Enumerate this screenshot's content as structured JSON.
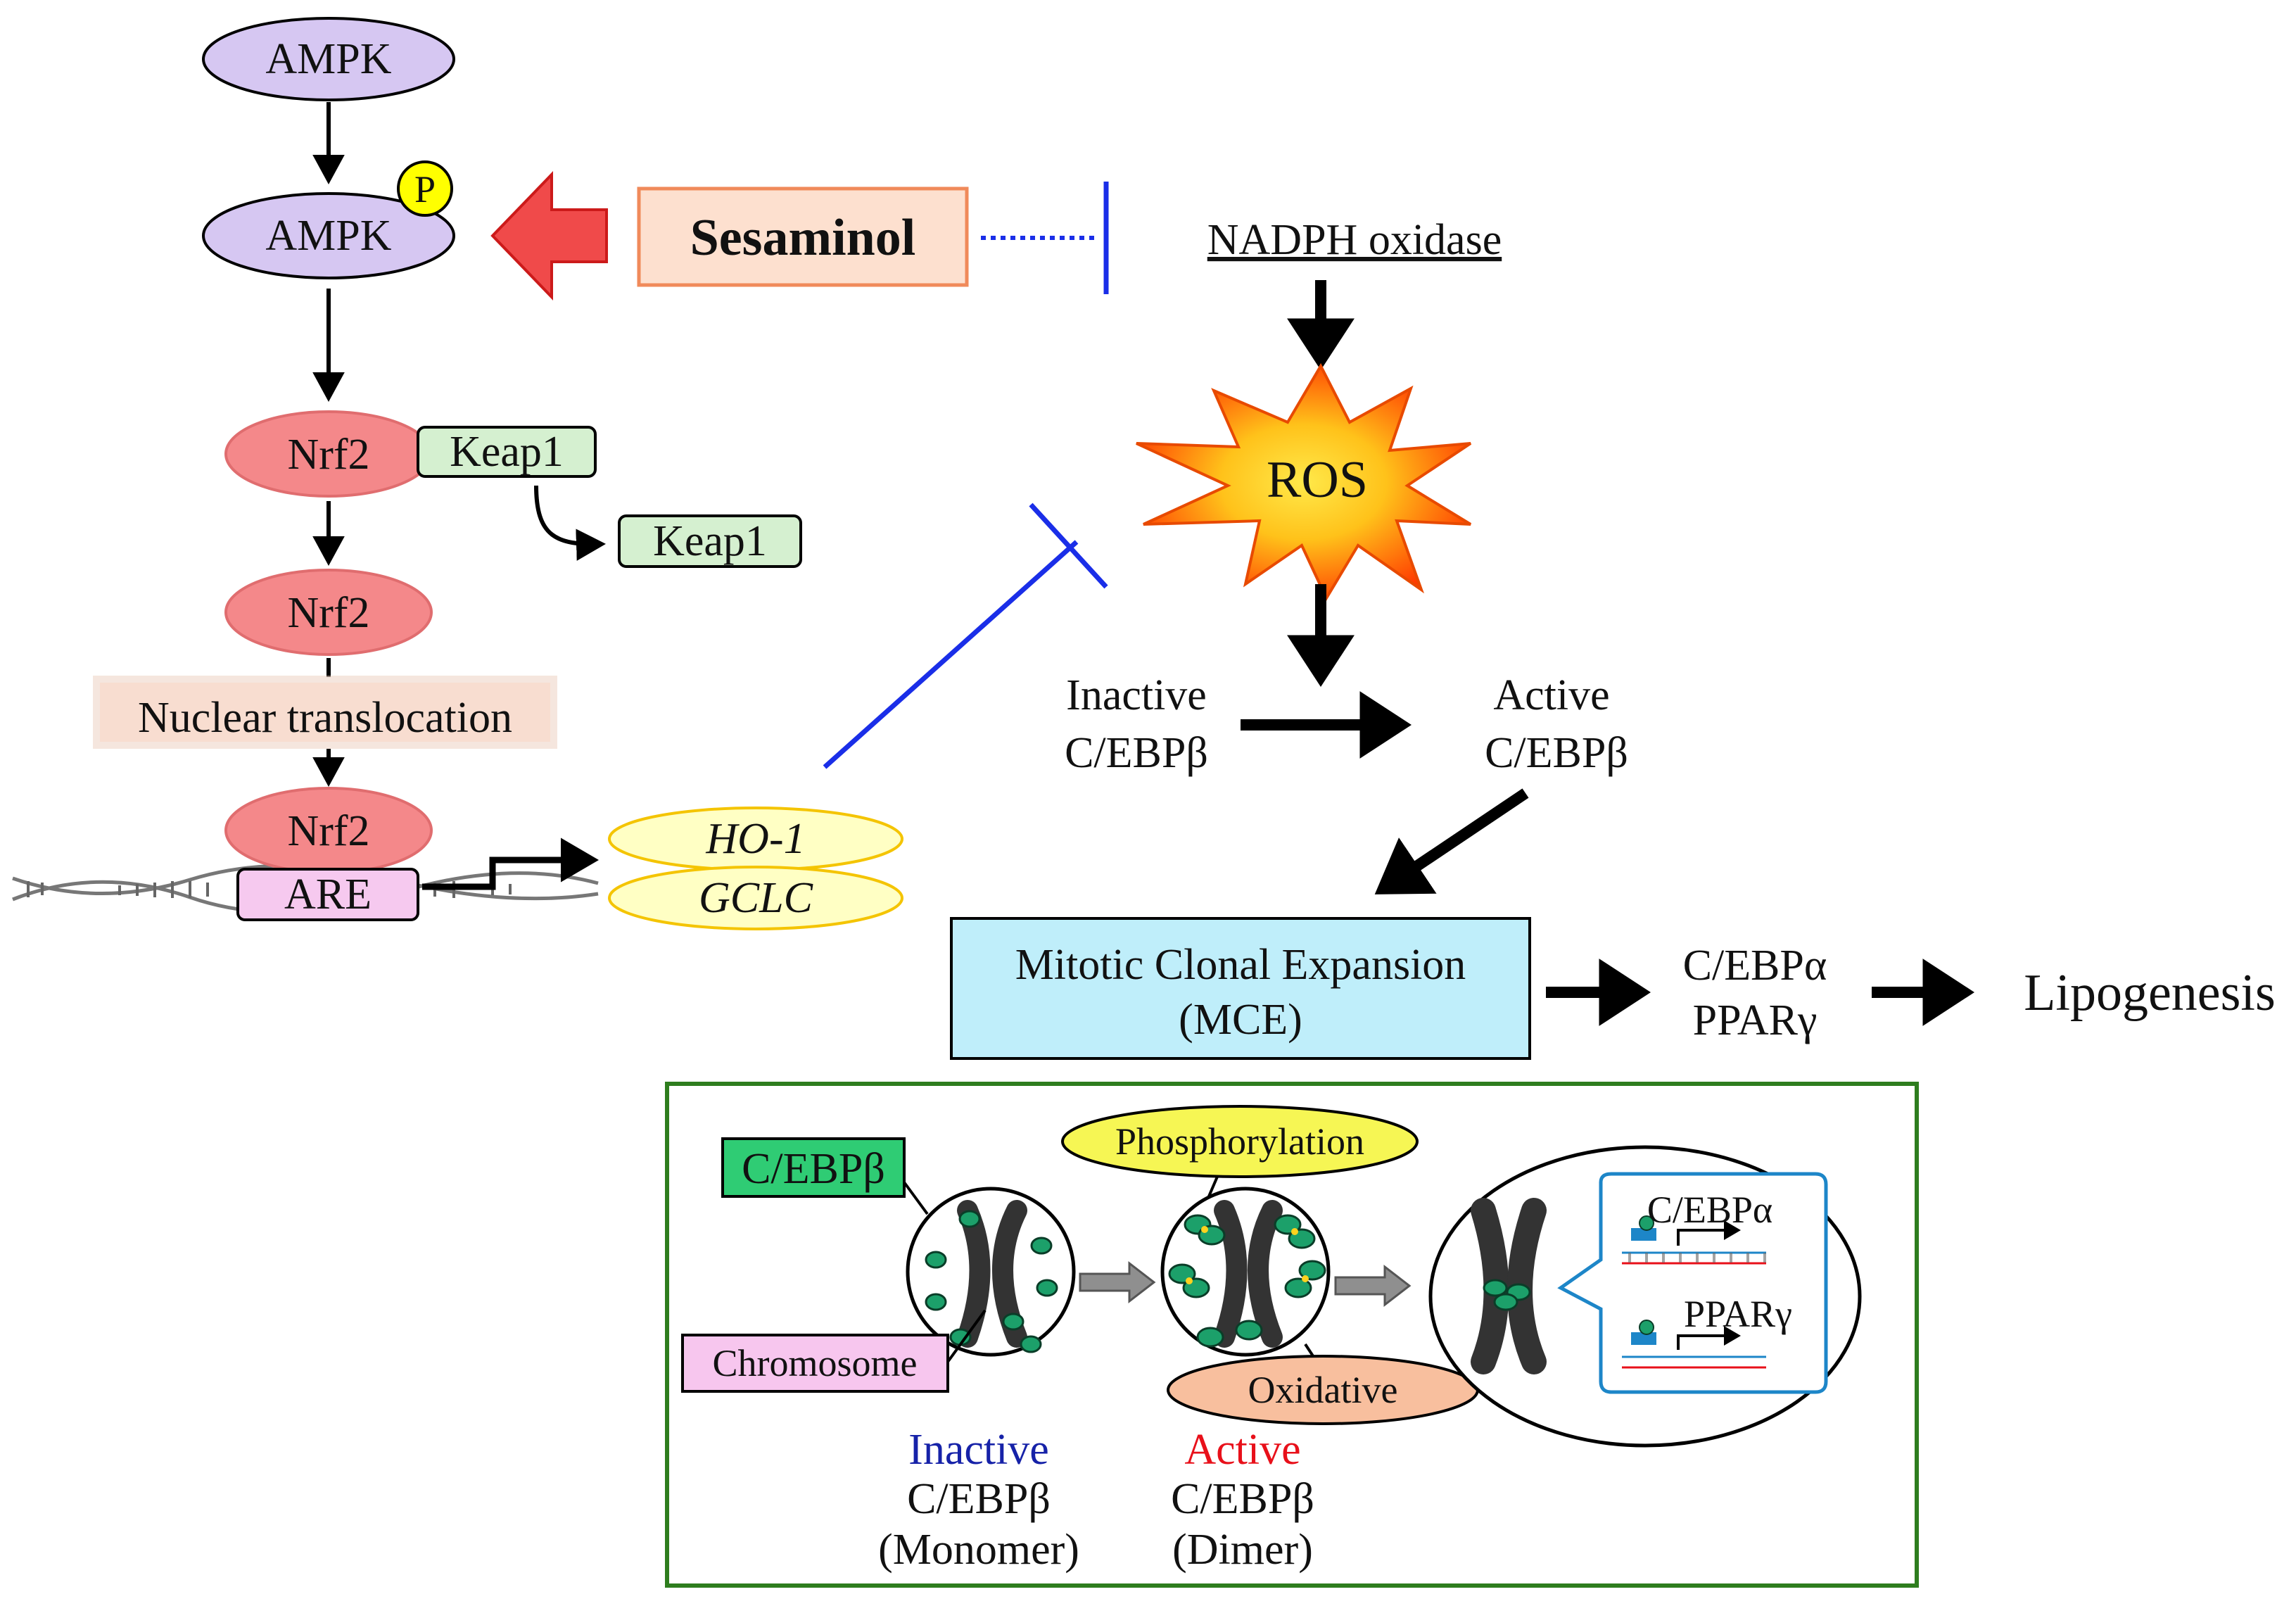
{
  "nodes": {
    "ampk_top": "AMPK",
    "ampk_p": "AMPK",
    "phospho_badge": "P",
    "sesaminol": "Sesaminol",
    "nadph_oxidase": "NADPH oxidase",
    "ros": "ROS",
    "nrf2_a": "Nrf2",
    "keap1_bound": "Keap1",
    "keap1_free": "Keap1",
    "nrf2_b": "Nrf2",
    "nuclear_translocation": "Nuclear translocation",
    "nrf2_c": "Nrf2",
    "are": "ARE",
    "ho1": "HO-1",
    "gclc": "GCLC",
    "inactive_cebpb_line1": "Inactive",
    "inactive_cebpb_line2": "C/EBPβ",
    "active_cebpb_line1": "Active",
    "active_cebpb_line2": "C/EBPβ",
    "mce_line1": "Mitotic Clonal Expansion",
    "mce_line2": "(MCE)",
    "cebpa": "C/EBPα",
    "pparg": "PPARγ",
    "lipogenesis": "Lipogenesis"
  },
  "inset": {
    "cebpb_label": "C/EBPβ",
    "chromosome_label": "Chromosome",
    "phosphorylation_label": "Phosphorylation",
    "oxidative_label": "Oxidative",
    "inactive_line1": "Inactive",
    "inactive_line2": "C/EBPβ",
    "inactive_line3": "(Monomer)",
    "active_line1": "Active",
    "active_line2": "C/EBPβ",
    "active_line3": "(Dimer)",
    "callout_cebpa": "C/EBPα",
    "callout_pparg": "PPARγ"
  },
  "colors": {
    "ampk_fill": "#d6c7f2",
    "phospho_fill": "#ffff00",
    "nrf2_fill": "#f4888a",
    "keap1_fill": "#d5f0d0",
    "sesaminol_fill": "#fde0cf",
    "sesaminol_border": "#f08a5a",
    "red_arrow": "#f04a4a",
    "nuclear_fill": "#f8ddd0",
    "are_fill": "#f6c9ef",
    "gene_fill": "#ffffc4",
    "gene_border": "#f4c400",
    "inhibition_blue": "#1a2ee8",
    "mce_fill": "#bfeefa",
    "inset_border": "#2e7d1e",
    "cebpb_fill": "#2fcc74",
    "chromosome_fill": "#f7c6ee",
    "phosphorylation_fill": "#f6f654",
    "oxidative_fill": "#f8bf9e",
    "inactive_text": "#1622a8",
    "active_text": "#e8101a",
    "callout_border": "#1d86c8",
    "ros_outer": "#ff3300",
    "ros_inner": "#ffd21e"
  }
}
